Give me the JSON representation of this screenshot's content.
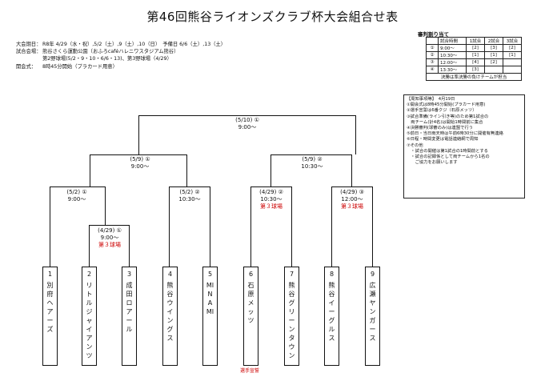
{
  "title": "第46回熊谷ライオンズクラブ杯大会組合せ表",
  "info": {
    "dates_label": "大会期日：",
    "dates_value": "R8年 4/29（水・祝）,5/2（土）,9（土）,10（日）　予備日 6/6（土）,13（土）",
    "venue_label": "試合会場：",
    "venue_value": "熊谷さくら運動公園（おふろcaféハレニワスタジアム熊谷）",
    "venue_value2": "第2野球場(5/2・9・10・6/6・13)、第3野球場（4/29）",
    "opening_label": "開会式：",
    "opening_value": "8時45分開始（プラカード用意）"
  },
  "referee": {
    "title": "審判割り当て",
    "headers": [
      "",
      "試合時間",
      "1試合",
      "2試合",
      "3試合"
    ],
    "rows": [
      [
        "①",
        "9:00〜",
        "[2]",
        "[3]",
        "[2]"
      ],
      [
        "②",
        "10:30〜",
        "[1]",
        "[1]",
        "[1]"
      ],
      [
        "③",
        "12:00〜",
        "[4]",
        "[2]",
        ""
      ],
      [
        "④",
        "13:30〜",
        "[3]",
        "",
        ""
      ]
    ],
    "note": "決勝は準決勝の負けチームが担当"
  },
  "notes": {
    "header": "【周知事項等】　4月19日",
    "lines": [
      "①開会式は8時45分開始(プラカード用意)",
      "②選手宣誓は6番クジ（石原メッツ）",
      "③試合準備(ライン引き等)のため第1試合の",
      "　両チーム(計4名)は開始1時間前に集合",
      "④決勝審判(球審のみ)は連盟で行う",
      "⑤前日・当日雨天時は午前6時30分に開催有無連絡",
      "⑥日程・時間変更は電話連絡網で周知",
      "⑦その他",
      "　・試合の開催は第1試合の1時間前とする",
      "　・試合の記録係として両チームから1名の",
      "　　ご協力をお願いします"
    ]
  },
  "matches": {
    "final": {
      "date": "(5/10) ①",
      "time": "9:00〜"
    },
    "semi1": {
      "date": "(5/9) ①",
      "time": "9:00〜"
    },
    "semi2": {
      "date": "(5/9) ②",
      "time": "10:30〜"
    },
    "q1": {
      "date": "(5/2) ①",
      "time": "9:00〜"
    },
    "q2": {
      "date": "(5/2) ②",
      "time": "10:30〜"
    },
    "q3": {
      "date": "(4/29) ②",
      "time": "10:30〜",
      "venue": "第３球場"
    },
    "q4": {
      "date": "(4/29) ③",
      "time": "12:00〜",
      "venue": "第３球場"
    },
    "r1": {
      "date": "(4/29) ①",
      "time": "9:00〜",
      "venue": "第３球場"
    }
  },
  "teams": [
    {
      "num": "1",
      "name": "別府ヘアーズ"
    },
    {
      "num": "2",
      "name": "リトルジャイアンツ"
    },
    {
      "num": "3",
      "name": "成田ロアール"
    },
    {
      "num": "4",
      "name": "熊谷ウイングス"
    },
    {
      "num": "5",
      "name": "MINAMI"
    },
    {
      "num": "6",
      "name": "石原メッツ"
    },
    {
      "num": "7",
      "name": "熊谷グリーンタウン"
    },
    {
      "num": "8",
      "name": "熊谷イーグルス"
    },
    {
      "num": "9",
      "name": "広瀬ヤンガース"
    }
  ],
  "oath_label": "選手宣誓"
}
